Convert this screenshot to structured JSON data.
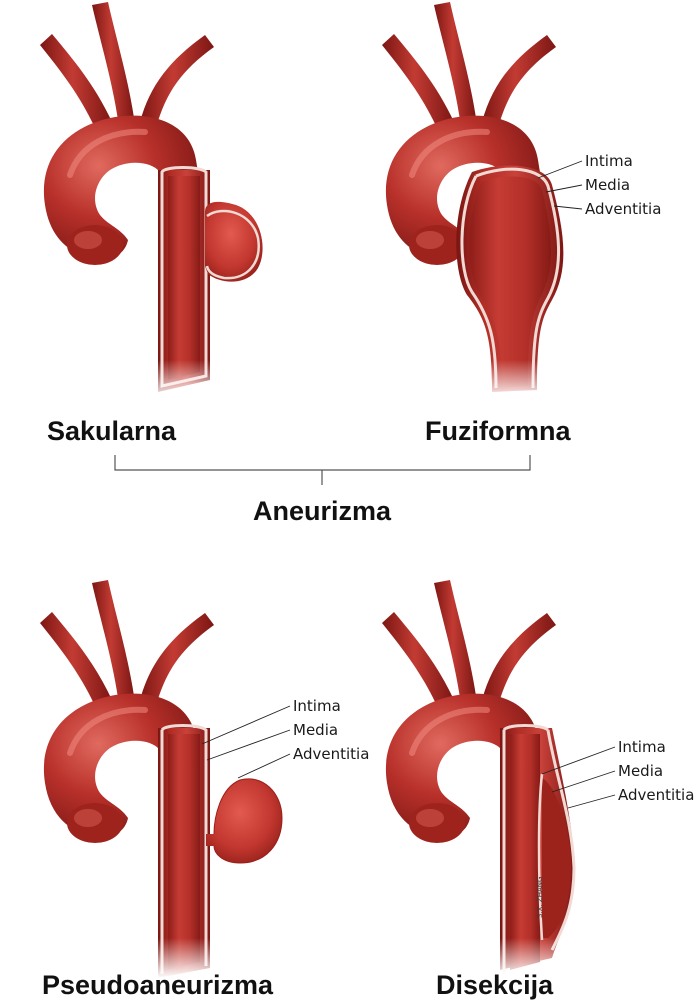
{
  "colors": {
    "vessel_dark": "#7a1512",
    "vessel_mid": "#b02a23",
    "vessel_light": "#d8554c",
    "wall_line": "#f1d9d4",
    "text": "#111111",
    "bracket": "#555555"
  },
  "panels": {
    "saccular": {
      "caption": "Sakularna"
    },
    "fusiform": {
      "caption": "Fuziformna",
      "labels": [
        "Intima",
        "Media",
        "Adventitia"
      ]
    },
    "pseudoaneurysm": {
      "caption": "Pseudoaneurizma",
      "labels": [
        "Intima",
        "Media",
        "Adventitia"
      ]
    },
    "dissection": {
      "caption": "Disekcija",
      "labels": [
        "Intima",
        "Media",
        "Adventitia"
      ],
      "signature": "S.X. ZHANG"
    }
  },
  "group": {
    "label": "Aneurizma"
  }
}
